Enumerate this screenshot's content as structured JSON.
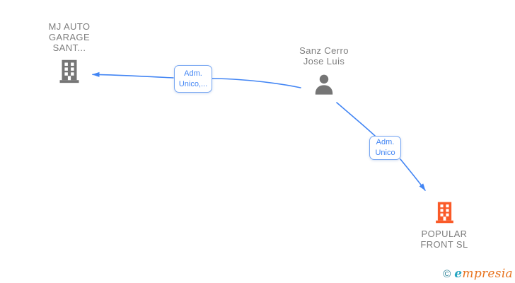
{
  "diagram": {
    "nodes": [
      {
        "id": "mj-auto-garage",
        "type": "company",
        "icon": "building-icon",
        "icon_color": "#757575",
        "label_lines": [
          "MJ AUTO",
          "GARAGE",
          "SANT..."
        ]
      },
      {
        "id": "sanz-cerro-jose-luis",
        "type": "person",
        "icon": "person-icon",
        "icon_color": "#757575",
        "label_lines": [
          "Sanz Cerro",
          "Jose Luis"
        ]
      },
      {
        "id": "popular-front-sl",
        "type": "company",
        "icon": "building-icon",
        "icon_color": "#FA5A28",
        "label_lines": [
          "POPULAR",
          "FRONT  SL"
        ]
      }
    ],
    "edges": [
      {
        "from": "sanz-cerro-jose-luis",
        "to": "mj-auto-garage",
        "label_lines": [
          "Adm.",
          "Unico,..."
        ]
      },
      {
        "from": "sanz-cerro-jose-luis",
        "to": "popular-front-sl",
        "label_lines": [
          "Adm.",
          "Unico"
        ]
      }
    ],
    "colors": {
      "edge": "#4285F4",
      "edge_label_text": "#4285F4",
      "edge_label_border": "#78a7f2",
      "node_text": "#7e7e7e",
      "gray_icon": "#757575",
      "orange_icon": "#FA5A28"
    }
  },
  "watermark": {
    "copyright": "©",
    "brand_e": "e",
    "brand_rest": "mpresia",
    "teal": "#27a6c2",
    "orange": "#e8731e"
  }
}
